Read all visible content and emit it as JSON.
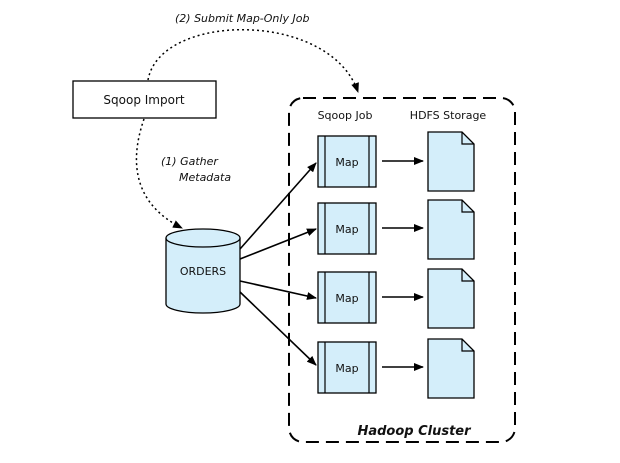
{
  "labels": {
    "submit_job": "(2) Submit Map-Only Job",
    "gather_line1": "(1) Gather",
    "gather_line2": "Metadata",
    "sqoop_import": "Sqoop Import",
    "orders": "ORDERS",
    "sqoop_job": "Sqoop Job",
    "hdfs_storage": "HDFS Storage",
    "hadoop_cluster": "Hadoop Cluster"
  },
  "map_tasks": [
    {
      "label": "Map"
    },
    {
      "label": "Map"
    },
    {
      "label": "Map"
    },
    {
      "label": "Map"
    }
  ],
  "colors": {
    "fill_light_blue": "#d4eefa",
    "stroke": "#000000"
  }
}
